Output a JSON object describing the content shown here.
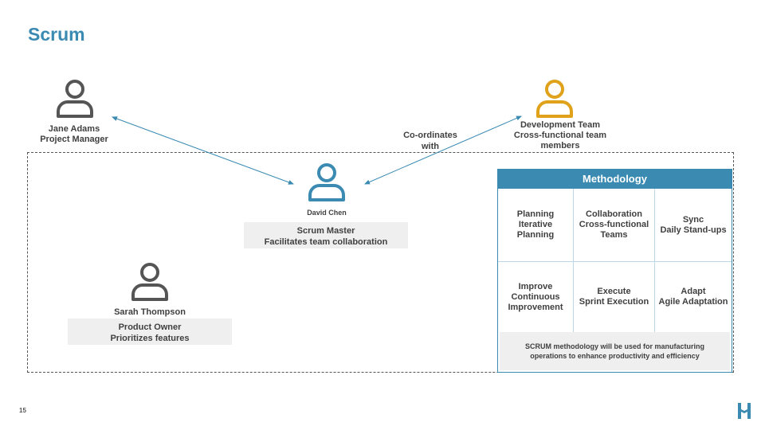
{
  "slide": {
    "title": "Scrum",
    "page_number": "15"
  },
  "people": {
    "jane": {
      "name": "Jane Adams",
      "role": "Project Manager",
      "icon": "person-icon",
      "color": "#555555"
    },
    "dev_team": {
      "name": "Development Team",
      "role": "Cross-functional team members",
      "icon": "person-icon",
      "color": "#e0a11b"
    },
    "david": {
      "name": "David Chen",
      "box_title": "Scrum Master",
      "box_desc": "Facilitates team collaboration",
      "icon": "person-icon",
      "color": "#3a8ab2"
    },
    "sarah": {
      "name": "Sarah Thompson",
      "box_title": "Product Owner",
      "box_desc": "Prioritizes features",
      "icon": "person-icon",
      "color": "#555555"
    }
  },
  "connector_label": {
    "line1": "Co-ordinates",
    "line2": "with"
  },
  "methodology": {
    "header": "Methodology",
    "cells": [
      {
        "title": "Planning",
        "line1": "Iterative",
        "line2": "Planning"
      },
      {
        "title": "Collaboration",
        "line1": "Cross-functional",
        "line2": "Teams"
      },
      {
        "title": "Sync",
        "line1": "Daily Stand-ups",
        "line2": ""
      },
      {
        "title": "Improve",
        "line1": "Continuous",
        "line2": "Improvement"
      },
      {
        "title": "Execute",
        "line1": "Sprint Execution",
        "line2": ""
      },
      {
        "title": "Adapt",
        "line1": "Agile Adaptation",
        "line2": ""
      }
    ],
    "footer": "SCRUM methodology will be used for manufacturing operations to enhance productivity and efficiency"
  },
  "colors": {
    "accent": "#3a8ab2",
    "highlight": "#e0a11b",
    "neutral": "#555555",
    "box_bg": "#efefef"
  },
  "logo": {
    "icon": "brand-logo-icon",
    "color": "#3a8ab2"
  }
}
